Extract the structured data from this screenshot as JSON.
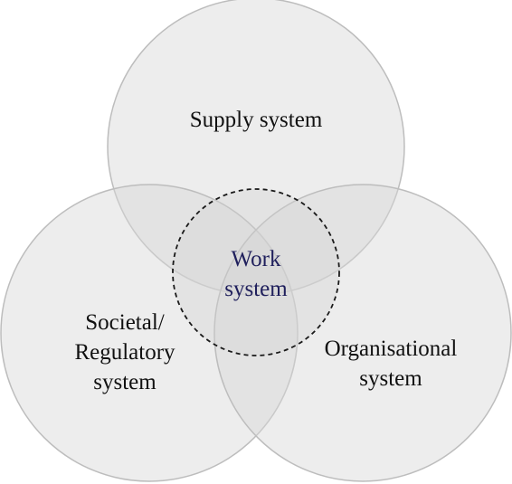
{
  "diagram": {
    "circles": {
      "supply": {
        "lines": [
          "Supply system"
        ]
      },
      "societal": {
        "lines": [
          "Societal/",
          "Regulatory",
          "system"
        ]
      },
      "organisational": {
        "lines": [
          "Organisational",
          "system"
        ]
      },
      "work": {
        "lines": [
          "Work",
          "system"
        ]
      }
    },
    "colors": {
      "circle_fill": "#d6d6d6",
      "circle_stroke": "#bdbdbd",
      "work_outline": "#1a1a1a",
      "work_text": "#1f1f5c",
      "text": "#111111"
    }
  }
}
